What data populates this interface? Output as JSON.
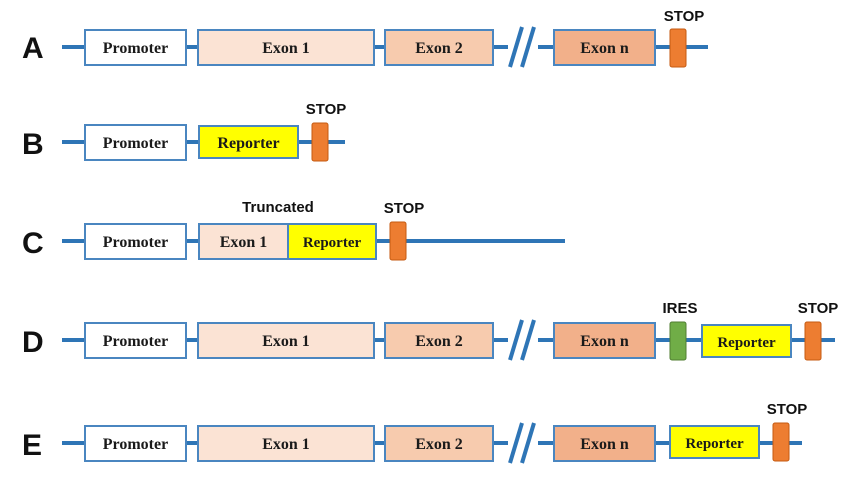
{
  "colors": {
    "line": "#2e75b6",
    "box_border": "#4a86c0",
    "promoter_fill": "#ffffff",
    "exon1_fill": "#fbe3d4",
    "exon2_fill": "#f7cbae",
    "exonn_fill": "#f2b08a",
    "reporter_fill": "#ffff00",
    "stop_fill": "#ed7d31",
    "ires_fill": "#70ad47"
  },
  "labels": {
    "promoter": "Promoter",
    "exon1": "Exon 1",
    "exon2": "Exon 2",
    "exonn": "Exon n",
    "reporter": "Reporter",
    "stop": "STOP",
    "ires": "IRES",
    "truncated": "Truncated"
  },
  "rows": [
    {
      "letter": "A"
    },
    {
      "letter": "B"
    },
    {
      "letter": "C"
    },
    {
      "letter": "D"
    },
    {
      "letter": "E"
    }
  ]
}
